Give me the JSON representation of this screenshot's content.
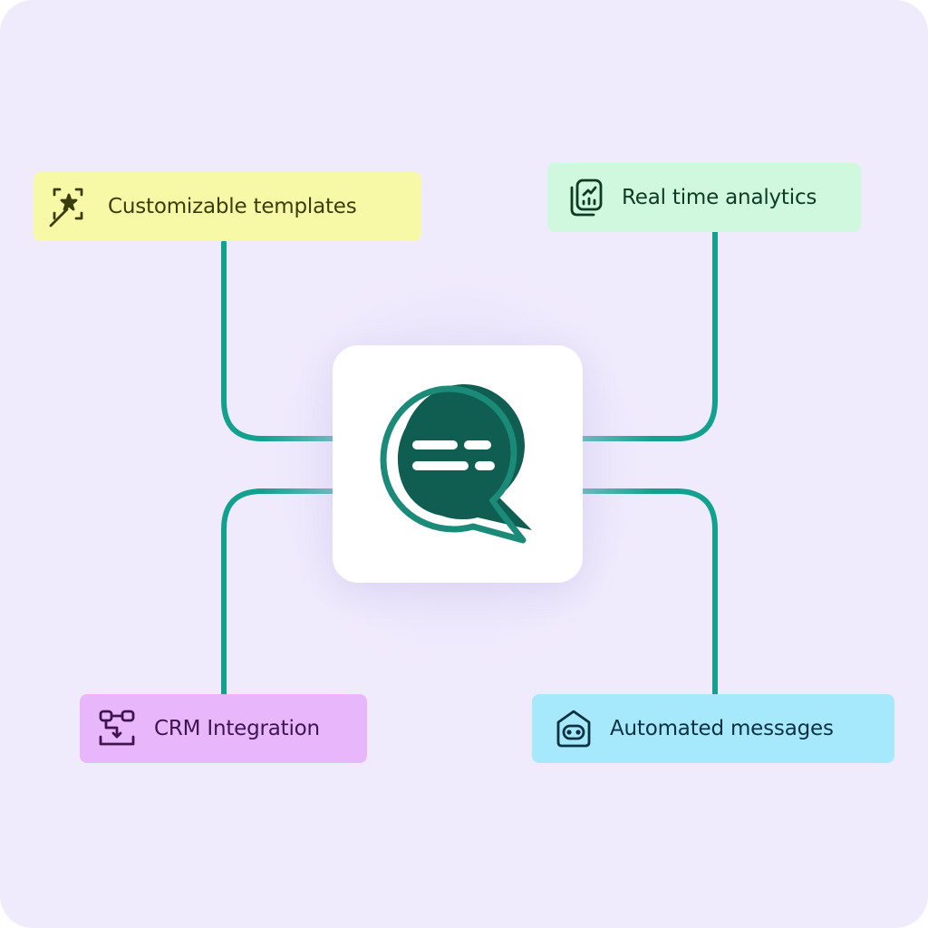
{
  "colors": {
    "background": "#f0ebfc",
    "connector": "#12a08f",
    "hub_background": "#ffffff",
    "logo_dark": "#0f5e51",
    "logo_accent": "#1c8a78"
  },
  "center": {
    "logo_icon": "chat-bubble-logo-icon"
  },
  "features": [
    {
      "label": "Customizable templates",
      "icon": "magic-wand-icon",
      "color": "#f7f9a6"
    },
    {
      "label": "Real time analytics",
      "icon": "analytics-report-icon",
      "color": "#cff8de"
    },
    {
      "label": "CRM Integration",
      "icon": "workflow-integration-icon",
      "color": "#e8b7fb"
    },
    {
      "label": "Automated messages",
      "icon": "robot-icon",
      "color": "#a6e8fc"
    }
  ]
}
